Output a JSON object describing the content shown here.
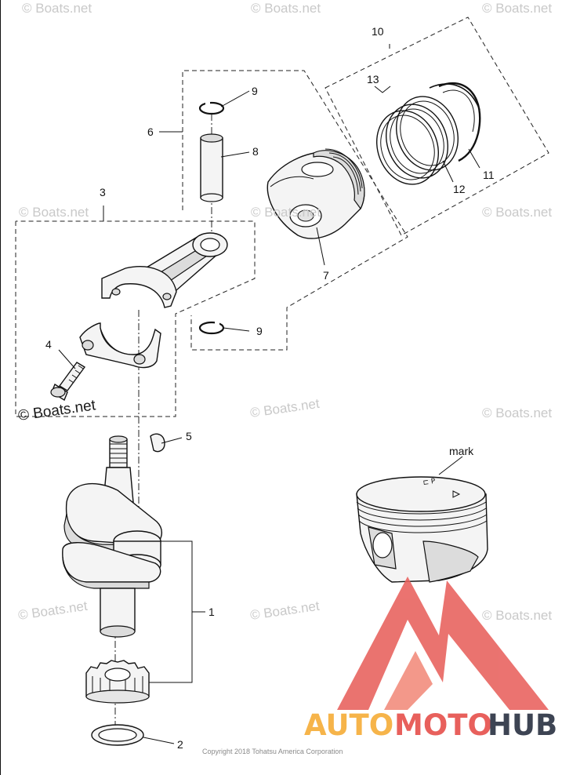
{
  "callouts": {
    "c1": "1",
    "c2": "2",
    "c3": "3",
    "c4": "4",
    "c5": "5",
    "c6": "6",
    "c7": "7",
    "c8": "8",
    "c9a": "9",
    "c9b": "9",
    "c10": "10",
    "c11": "11",
    "c12": "12",
    "c13": "13"
  },
  "mark_label": "mark",
  "watermarks": {
    "w1": "© Boats.net",
    "w2": "© Boats.net",
    "w3": "© Boats.net",
    "w4": "© Boats.net",
    "w5": "© Boats.net",
    "w6": "© Boats.net",
    "w7": "© Boats.net",
    "w8": "© Boats.net",
    "w9": "© Boats.net",
    "w10": "© Boats.net",
    "w11": "© Boats.net",
    "w12": "© Boats.net"
  },
  "copyright": "Copyright 2018 Tohatsu America Corporation",
  "logo": {
    "word_part1": "AUTO",
    "word_part2": "MOTO",
    "word_part3": "HUB",
    "color_orange": "#f6b44a",
    "color_red": "#e8605c",
    "color_dark": "#3d4453"
  }
}
